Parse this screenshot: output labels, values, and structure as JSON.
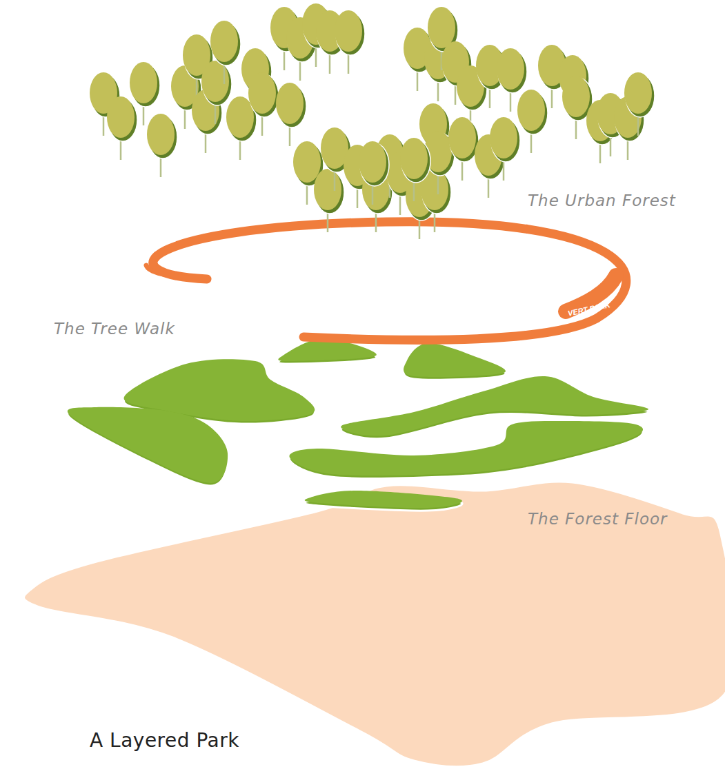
{
  "diagram": {
    "caption": "A Layered Park",
    "labels": [
      "The Urban Forest",
      "The Tree Walk",
      "VERT PARK",
      "The Forest Floor"
    ]
  }
}
